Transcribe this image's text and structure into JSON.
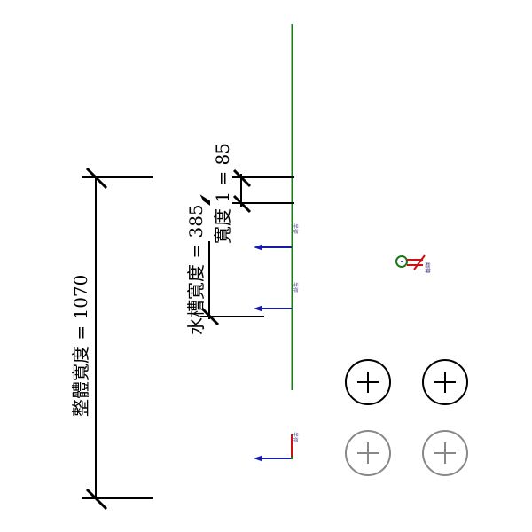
{
  "dimensions": {
    "overall_width": {
      "label": "整體寬度 = 1070",
      "name": "整體寬度",
      "value": 1070
    },
    "trough_width": {
      "label": "水槽寬度 = 385",
      "name": "水槽寬度",
      "value": 385
    },
    "width_1": {
      "label": "寬度 1 = 85",
      "name": "寬度 1",
      "value": 85
    }
  },
  "annotations": {
    "radius_label": "半徑",
    "radius_label_2": "半徑",
    "radius_label_3": "半徑",
    "rotate_label": "翻轉"
  },
  "colors": {
    "reference_plane": "#1a7a1a",
    "arrow": "#1a1aa8",
    "axis_red": "#d01010",
    "dimension": "#000000",
    "disabled_grip": "#888888"
  },
  "grips": [
    {
      "kind": "add",
      "state": "active"
    },
    {
      "kind": "add",
      "state": "active"
    },
    {
      "kind": "add",
      "state": "disabled"
    },
    {
      "kind": "add",
      "state": "disabled"
    }
  ]
}
